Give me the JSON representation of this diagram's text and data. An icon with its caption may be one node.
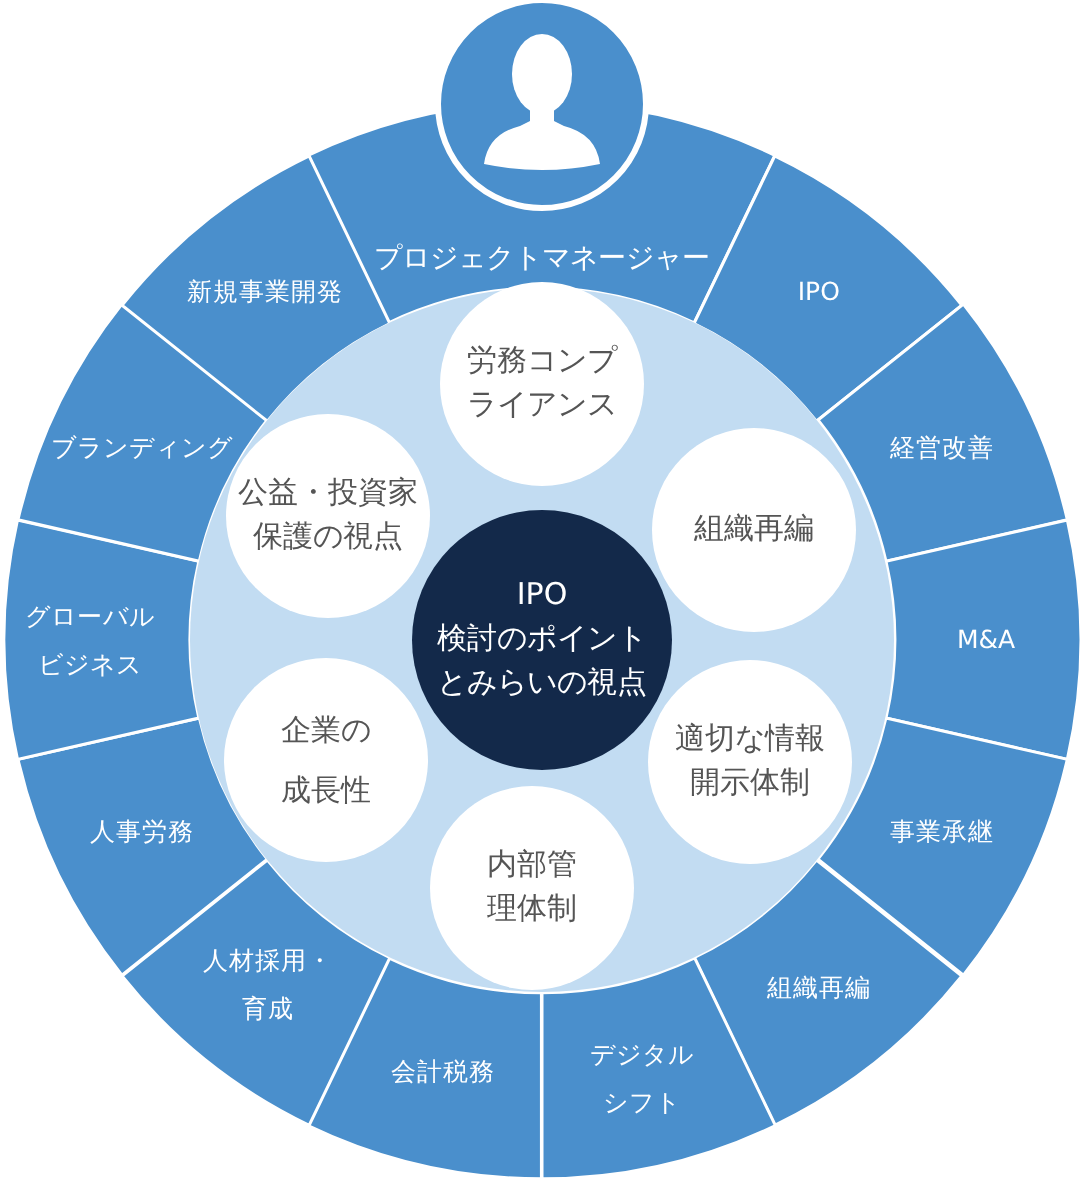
{
  "diagram": {
    "nodes": [
      {
        "text": [
          "プロジェクトマネージャー"
        ]
      },
      {
        "text": [
          "IPO"
        ]
      },
      {
        "text": [
          "経営改善"
        ]
      },
      {
        "text": [
          "M&A"
        ]
      },
      {
        "text": [
          "事業承継"
        ]
      },
      {
        "text": [
          "組織再編"
        ]
      },
      {
        "text": [
          "デジタルシフト"
        ]
      },
      {
        "text": [
          "会計税務"
        ]
      },
      {
        "text": [
          "人材採用・育成"
        ]
      },
      {
        "text": [
          "人事労務"
        ]
      },
      {
        "text": [
          "グローバルビジネス"
        ]
      },
      {
        "text": [
          "ブランディング"
        ]
      },
      {
        "text": [
          "新規事業開発"
        ]
      },
      {
        "text": [],
        "shape": "circle"
      },
      {
        "text": [
          "IPO",
          "検討のポイントとみらいの視点"
        ],
        "in": 13
      },
      {
        "text": [
          "労務コンプライアンス"
        ],
        "in": 13
      },
      {
        "text": [
          "組織再編"
        ],
        "in": 13
      },
      {
        "text": [
          "適切な情報開示体制"
        ],
        "in": 13
      },
      {
        "text": [
          "内部管理体制"
        ],
        "in": 13
      },
      {
        "text": [
          "企業の成長性"
        ],
        "in": 13
      },
      {
        "text": [
          "公益・投資家保護の視点"
        ],
        "in": 13
      }
    ]
  }
}
